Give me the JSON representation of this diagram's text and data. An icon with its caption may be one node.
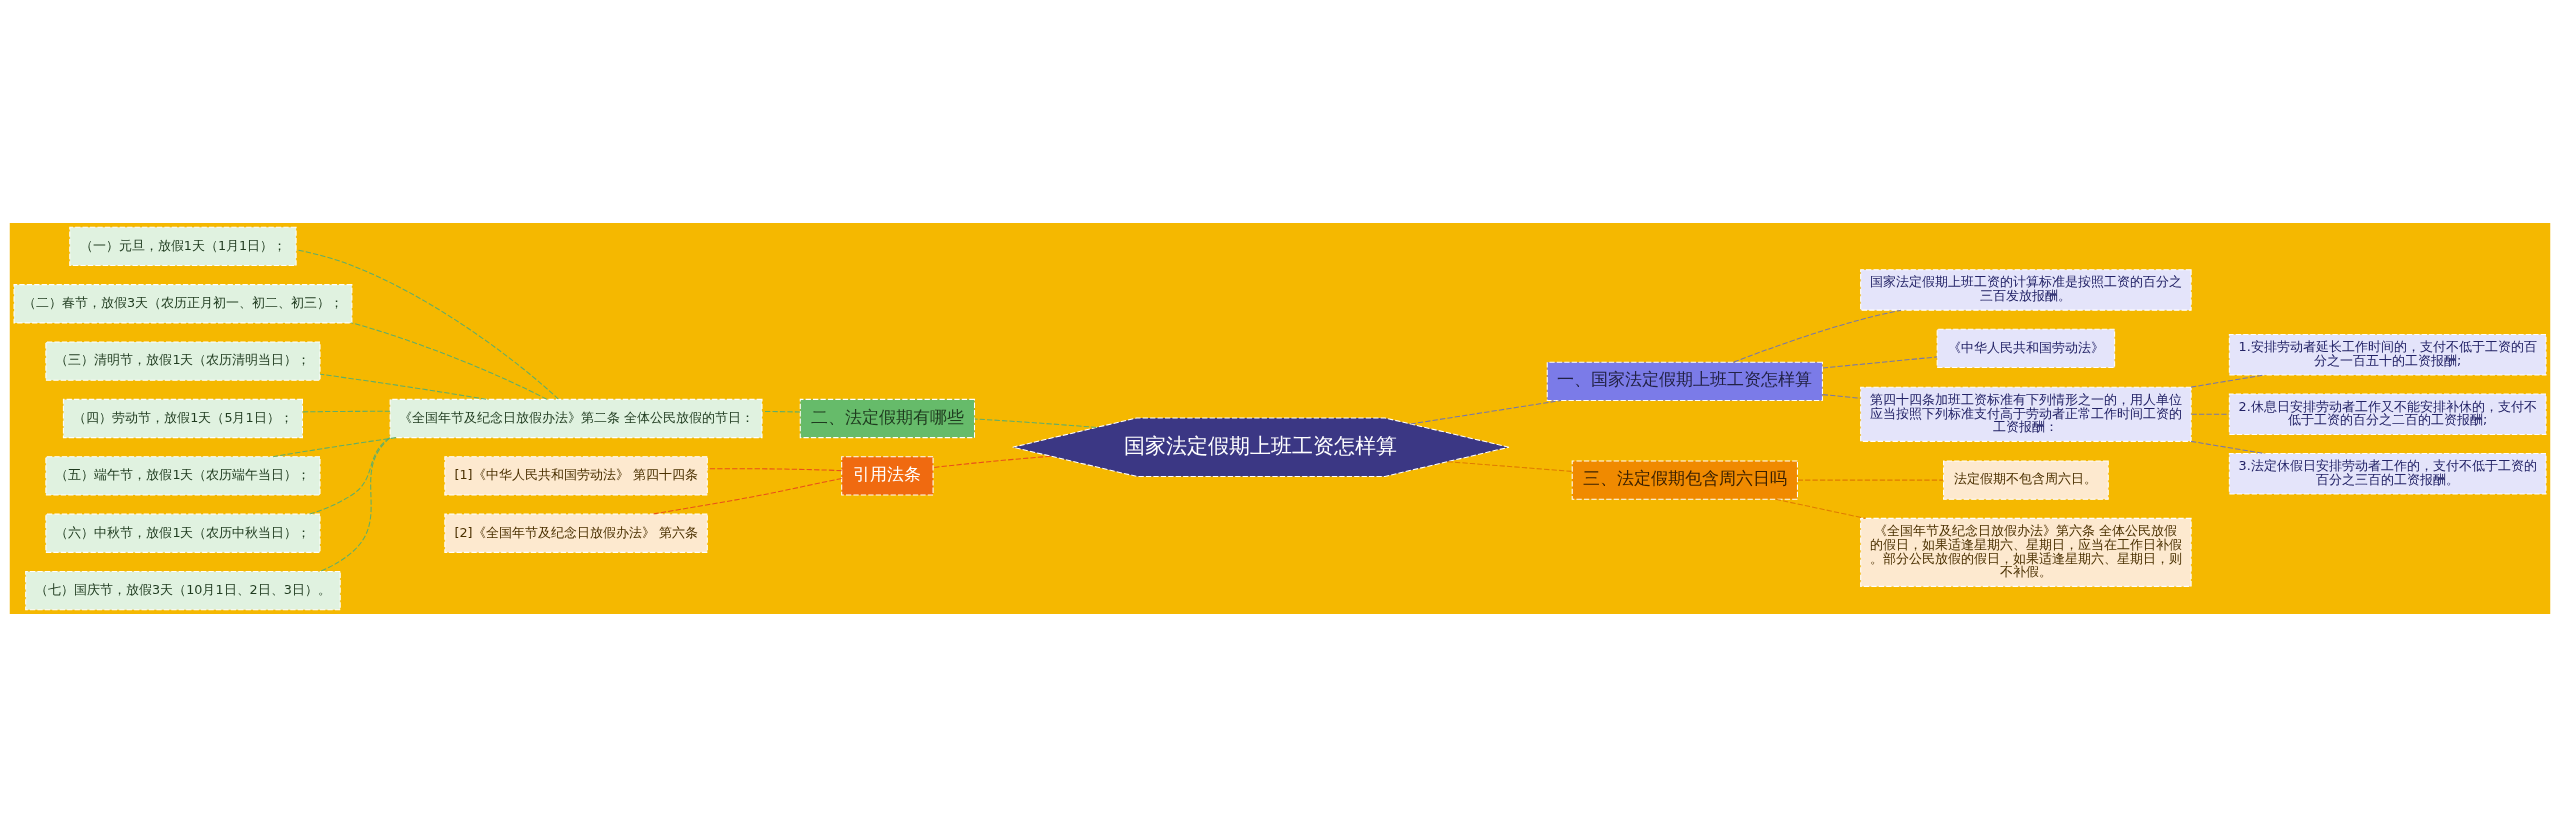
{
  "diagram": {
    "nodes": [
      {
        "text": [
          "国家法定假期上班工资怎样算"
        ]
      },
      {
        "text": [
          "一、国家法定假期上班工资怎样算"
        ]
      },
      {
        "text": [
          "国家法定假期上班工资的计算标准是按照工资的百分之三百发放报酬。"
        ]
      },
      {
        "text": [
          "《中华人民共和国劳动法》"
        ]
      },
      {
        "text": [
          "第四十四条加班工资标准有下列情形之一的，用人单位应当按照下列标准支付高于劳动者正常工作时间工资的工资报酬："
        ]
      },
      {
        "text": [
          "1.安排劳动者延长工作时间的，支付不低于工资的百分之一百五十的工资报酬;"
        ]
      },
      {
        "text": [
          "2.休息日安排劳动者工作又不能安排补休的，支付不低于工资的百分之二百的工资报酬;"
        ]
      },
      {
        "text": [
          "3.法定休假日安排劳动者工作的，支付不低于工资的百分之三百的工资报酬。"
        ]
      },
      {
        "text": [
          "三、法定假期包含周六日吗"
        ]
      },
      {
        "text": [
          "法定假期不包含周六日。"
        ]
      },
      {
        "text": [
          "《全国年节及纪念日放假办法》第六条 全体公民放假的假日，如果适逢星期六、星期日，应当在工作日补假。部分公民放假的假日，如果适逢星期六、星期日，则不补假。"
        ]
      },
      {
        "text": [
          "二、法定假期有哪些"
        ]
      },
      {
        "text": [
          "《全国年节及纪念日放假办法》第二条 全体公民放假的节日："
        ]
      },
      {
        "text": [
          "（一）元旦，放假1天（1月1日）；"
        ]
      },
      {
        "text": [
          "（二）春节，放假3天（农历正月初一、初二、初三）；"
        ]
      },
      {
        "text": [
          "（三）清明节，放假1天（农历清明当日）；"
        ]
      },
      {
        "text": [
          "（四）劳动节，放假1天（5月1日）；"
        ]
      },
      {
        "text": [
          "（五）端午节，放假1天（农历端午当日）；"
        ]
      },
      {
        "text": [
          "（六）中秋节，放假1天（农历中秋当日）；"
        ]
      },
      {
        "text": [
          "（七）国庆节，放假3天（10月1日、2日、3日）。"
        ]
      },
      {
        "text": [
          "引用法条"
        ]
      },
      {
        "text": [
          "[1]《中华人民共和国劳动法》 第四十四条"
        ]
      },
      {
        "text": [
          "[2]《全国年节及纪念日放假办法》 第六条"
        ]
      }
    ],
    "edges": [
      {
        "from": 0,
        "to": 1,
        "arrow": "none",
        "style": "dashed",
        "color": "#7777aa"
      },
      {
        "from": 1,
        "to": 2,
        "arrow": "none",
        "style": "dashed",
        "color": "#7777aa"
      },
      {
        "from": 1,
        "to": 3,
        "arrow": "none",
        "style": "dashed",
        "color": "#7777aa"
      },
      {
        "from": 1,
        "to": 4,
        "arrow": "none",
        "style": "dashed",
        "color": "#7777aa"
      },
      {
        "from": 4,
        "to": 5,
        "arrow": "none",
        "style": "dashed",
        "color": "#7777aa"
      },
      {
        "from": 4,
        "to": 6,
        "arrow": "none",
        "style": "dashed",
        "color": "#7777aa"
      },
      {
        "from": 4,
        "to": 7,
        "arrow": "none",
        "style": "dashed",
        "color": "#7777aa"
      },
      {
        "from": 0,
        "to": 8,
        "arrow": "none",
        "style": "dashed",
        "color": "#e07b00"
      },
      {
        "from": 8,
        "to": 9,
        "arrow": "none",
        "style": "dashed",
        "color": "#e07b00"
      },
      {
        "from": 8,
        "to": 10,
        "arrow": "none",
        "style": "dashed",
        "color": "#e07b00"
      },
      {
        "from": 0,
        "to": 11,
        "arrow": "none",
        "style": "dashed",
        "color": "#5fae6a"
      },
      {
        "from": 11,
        "to": 12,
        "arrow": "none",
        "style": "dashed",
        "color": "#5fae6a"
      },
      {
        "from": 12,
        "to": 13,
        "arrow": "none",
        "style": "dashed",
        "color": "#5fae6a"
      },
      {
        "from": 12,
        "to": 14,
        "arrow": "none",
        "style": "dashed",
        "color": "#5fae6a"
      },
      {
        "from": 12,
        "to": 15,
        "arrow": "none",
        "style": "dashed",
        "color": "#5fae6a"
      },
      {
        "from": 12,
        "to": 16,
        "arrow": "none",
        "style": "dashed",
        "color": "#5fae6a"
      },
      {
        "from": 12,
        "to": 17,
        "arrow": "none",
        "style": "dashed",
        "color": "#5fae6a"
      },
      {
        "from": 12,
        "to": 18,
        "arrow": "none",
        "style": "dashed",
        "color": "#5fae6a"
      },
      {
        "from": 12,
        "to": 19,
        "arrow": "none",
        "style": "dashed",
        "color": "#5fae6a"
      },
      {
        "from": 0,
        "to": 20,
        "arrow": "none",
        "style": "dashed",
        "color": "#e8501a"
      },
      {
        "from": 20,
        "to": 21,
        "arrow": "none",
        "style": "dashed",
        "color": "#e8501a"
      },
      {
        "from": 20,
        "to": 22,
        "arrow": "none",
        "style": "dashed",
        "color": "#e8501a"
      }
    ]
  }
}
